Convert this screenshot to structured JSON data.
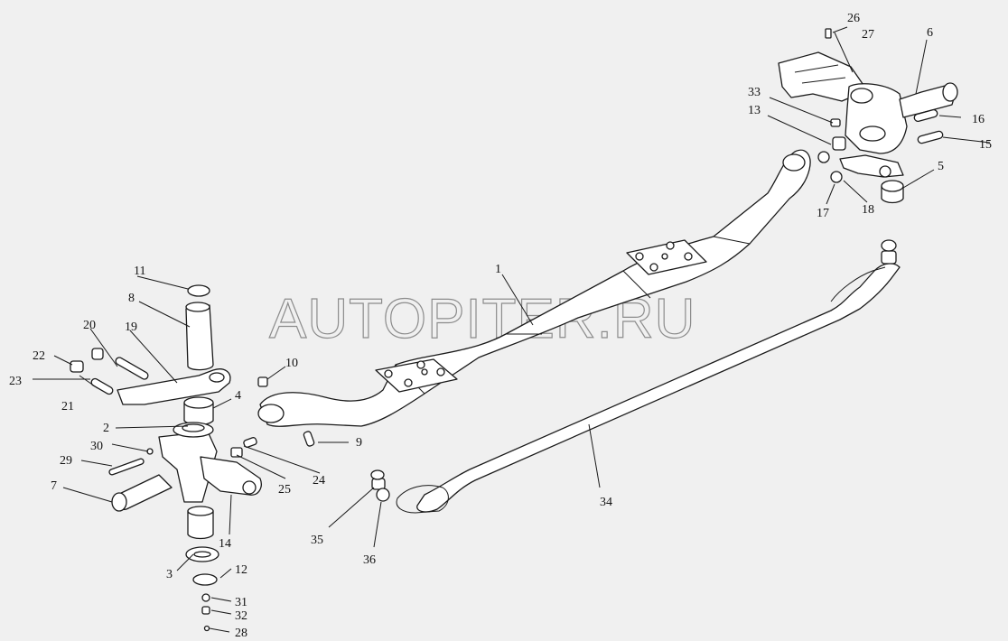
{
  "watermark": "AUTOPITER.RU",
  "colors": {
    "background": "#f0f0f0",
    "line": "#1a1a1a",
    "watermark": "#8c8c8c"
  },
  "callouts": {
    "c1": "1",
    "c2": "2",
    "c3": "3",
    "c4": "4",
    "c5": "5",
    "c6": "6",
    "c7": "7",
    "c8": "8",
    "c9": "9",
    "c10": "10",
    "c11": "11",
    "c12": "12",
    "c13": "13",
    "c14": "14",
    "c15": "15",
    "c16": "16",
    "c17": "17",
    "c18": "18",
    "c19": "19",
    "c20": "20",
    "c21": "21",
    "c22": "22",
    "c23": "23",
    "c24": "24",
    "c25": "25",
    "c26": "26",
    "c27": "27",
    "c28": "28",
    "c29": "29",
    "c30": "30",
    "c31": "31",
    "c32": "32",
    "c33": "33",
    "c34": "34",
    "c35": "35",
    "c36": "36"
  }
}
